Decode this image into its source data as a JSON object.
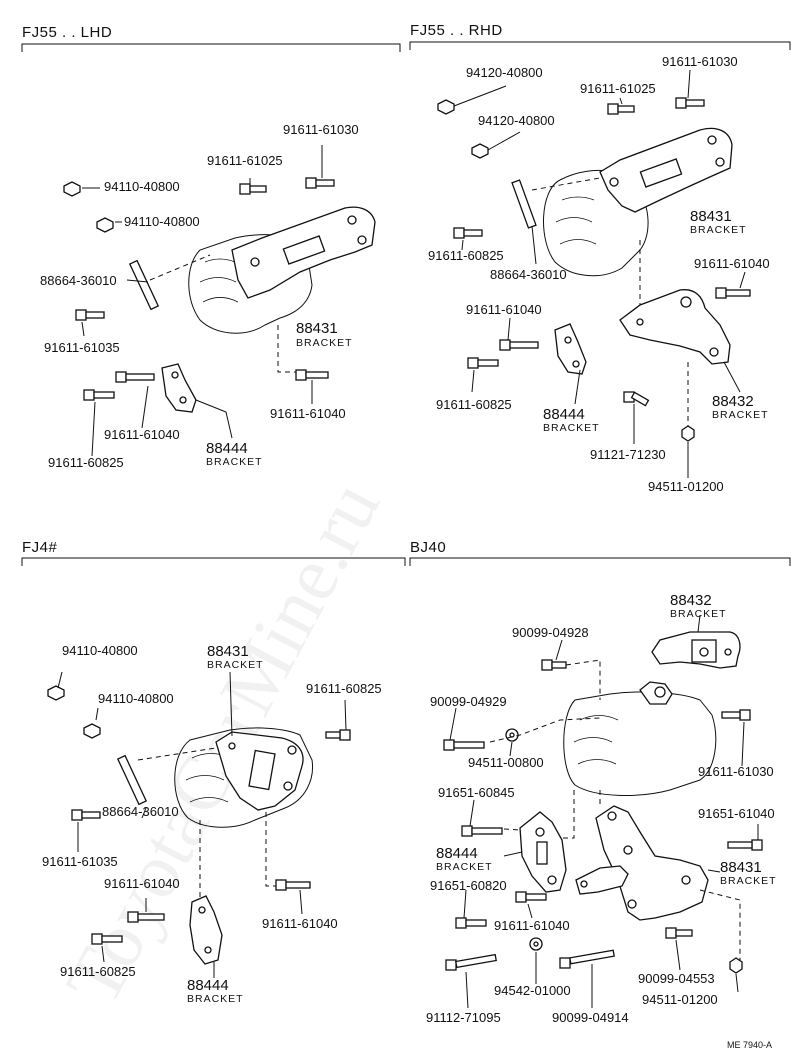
{
  "watermark": "ToyotaCarMine.ru",
  "doc_code": "ME 7940-A",
  "sections": {
    "fj55_lhd": {
      "title": "FJ55 . . LHD",
      "parts": {
        "p94110a": "94110-40800",
        "p94110b": "94110-40800",
        "p91611_61025": "91611-61025",
        "p91611_61030": "91611-61030",
        "p88664": "88664-36010",
        "p91611_61035": "91611-61035",
        "p88431": "88431",
        "p88431_name": "BRACKET",
        "p91611_61040a": "91611-61040",
        "p91611_61040b": "91611-61040",
        "p88444": "88444",
        "p88444_name": "BRACKET",
        "p91611_60825": "91611-60825"
      }
    },
    "fj55_rhd": {
      "title": "FJ55 . . RHD",
      "parts": {
        "p94120a": "94120-40800",
        "p94120b": "94120-40800",
        "p91611_61025": "91611-61025",
        "p91611_61030": "91611-61030",
        "p88431": "88431",
        "p88431_name": "BRACKET",
        "p91611_60825a": "91611-60825",
        "p88664": "88664-36010",
        "p91611_61040a": "91611-61040",
        "p91611_61040b": "91611-61040",
        "p91611_60825b": "91611-60825",
        "p88444": "88444",
        "p88444_name": "BRACKET",
        "p88432": "88432",
        "p88432_name": "BRACKET",
        "p91121": "91121-71230",
        "p94511": "94511-01200"
      }
    },
    "fj4": {
      "title": "FJ4#",
      "parts": {
        "p94110a": "94110-40800",
        "p94110b": "94110-40800",
        "p88431": "88431",
        "p88431_name": "BRACKET",
        "p91611_60825a": "91611-60825",
        "p88664": "88664-36010",
        "p91611_61035": "91611-61035",
        "p91611_61040a": "91611-61040",
        "p91611_61040b": "91611-61040",
        "p91611_60825b": "91611-60825",
        "p88444": "88444",
        "p88444_name": "BRACKET"
      }
    },
    "bj40": {
      "title": "BJ40",
      "parts": {
        "p88432": "88432",
        "p88432_name": "BRACKET",
        "p90099_04928": "90099-04928",
        "p90099_04929": "90099-04929",
        "p94511_00800": "94511-00800",
        "p91611_61030": "91611-61030",
        "p91651_60845": "91651-60845",
        "p91651_61040": "91651-61040",
        "p88444": "88444",
        "p88444_name": "BRACKET",
        "p88431": "88431",
        "p88431_name": "BRACKET",
        "p91651_60820": "91651-60820",
        "p91611_61040": "91611-61040",
        "p90099_04553": "90099-04553",
        "p94542": "94542-01000",
        "p91112": "91112-71095",
        "p90099_04914": "90099-04914",
        "p94511_01200": "94511-01200"
      }
    }
  }
}
